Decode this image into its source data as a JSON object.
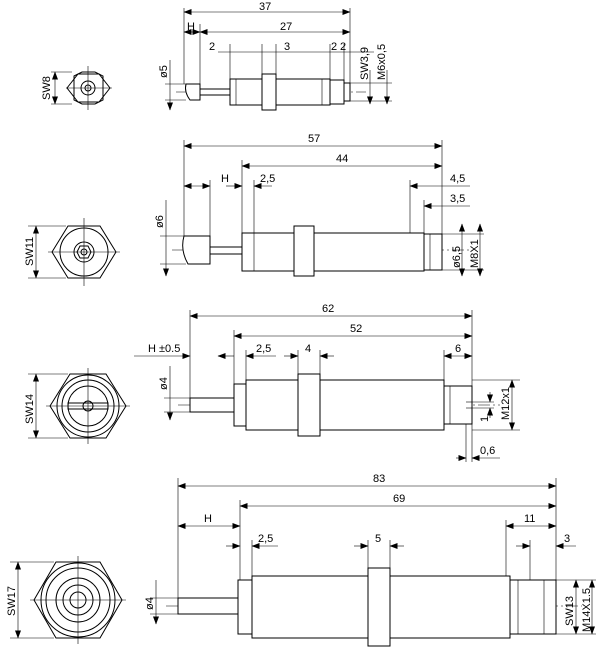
{
  "drawings": [
    {
      "id": "d1",
      "end_view_label": "SW8",
      "dims": [
        "37",
        "H",
        "27",
        "2",
        "3",
        "2",
        "2",
        "SW3,9",
        "M6x0,5",
        "ø5"
      ]
    },
    {
      "id": "d2",
      "end_view_label": "SW11",
      "dims": [
        "57",
        "44",
        "H",
        "2,5",
        "4,5",
        "3,5",
        "ø6",
        "ø6,5",
        "M8X1"
      ]
    },
    {
      "id": "d3",
      "end_view_label": "SW14",
      "dims": [
        "62",
        "52",
        "H ±0.5",
        "2,5",
        "4",
        "6",
        "ø4",
        "M12x1",
        "1",
        "0,6"
      ]
    },
    {
      "id": "d4",
      "end_view_label": "SW17",
      "dims": [
        "83",
        "69",
        "H",
        "2,5",
        "5",
        "11",
        "3",
        "ø4",
        "SW13",
        "M14X1.5"
      ]
    }
  ]
}
